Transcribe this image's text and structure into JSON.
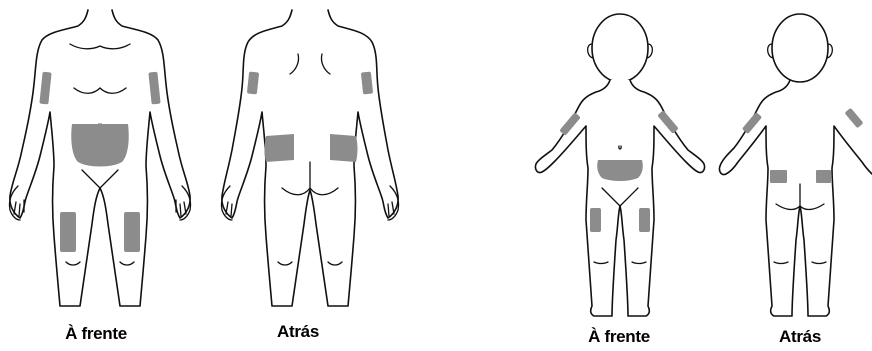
{
  "labels": {
    "adult_front": "À frente",
    "adult_back": "Atrás",
    "child_front": "À frente",
    "child_back": "Atrás"
  },
  "colors": {
    "injection_site": "#8c8c8c",
    "outline": "#111111",
    "background": "#ffffff"
  }
}
